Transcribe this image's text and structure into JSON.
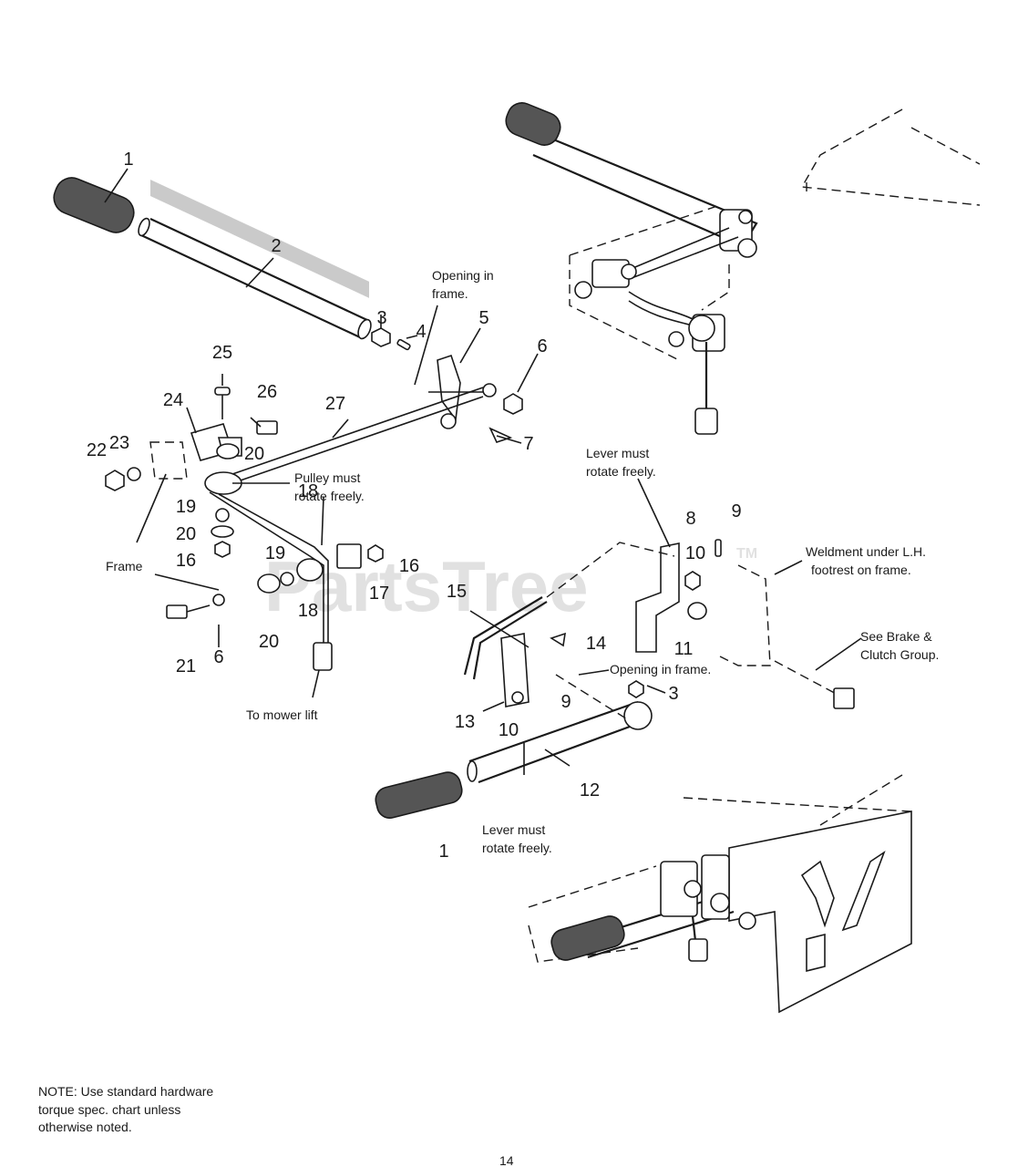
{
  "watermark": {
    "text": "PartsTree",
    "mark": "TM"
  },
  "callouts": {
    "c1a": "1",
    "c2": "2",
    "c3a": "3",
    "c4": "4",
    "c5": "5",
    "c6a": "6",
    "c7": "7",
    "c8": "8",
    "c9a": "9",
    "c10a": "10",
    "c11": "11",
    "c12": "12",
    "c13": "13",
    "c14": "14",
    "c15": "15",
    "c16a": "16",
    "c16b": "16",
    "c17": "17",
    "c18a": "18",
    "c18b": "18",
    "c19a": "19",
    "c19b": "19",
    "c20a": "20",
    "c20b": "20",
    "c20c": "20",
    "c21": "21",
    "c6b": "6",
    "c22": "22",
    "c23": "23",
    "c24": "24",
    "c25": "25",
    "c26": "26",
    "c27": "27",
    "c9b": "9",
    "c10b": "10",
    "c3b": "3",
    "c1b": "1"
  },
  "notes": {
    "opening_frame_1": "Opening in",
    "opening_frame_2": "frame.",
    "pulley_1": "Pulley must",
    "pulley_2": "rotate freely.",
    "frame": "Frame",
    "to_mower_lift": "To mower lift",
    "lever_must_1a": "Lever must",
    "lever_must_1b": "rotate freely.",
    "weldment_1": "Weldment under L.H.",
    "weldment_2": "footrest on frame.",
    "see_brake_1": "See Brake &",
    "see_brake_2": "Clutch Group.",
    "opening_frame_b": "Opening in frame.",
    "lever_must_2a": "Lever must",
    "lever_must_2b": "rotate freely."
  },
  "footnote": {
    "line1": "NOTE: Use standard hardware",
    "line2": "torque spec. chart unless",
    "line3": "otherwise noted."
  },
  "page_number": "14"
}
